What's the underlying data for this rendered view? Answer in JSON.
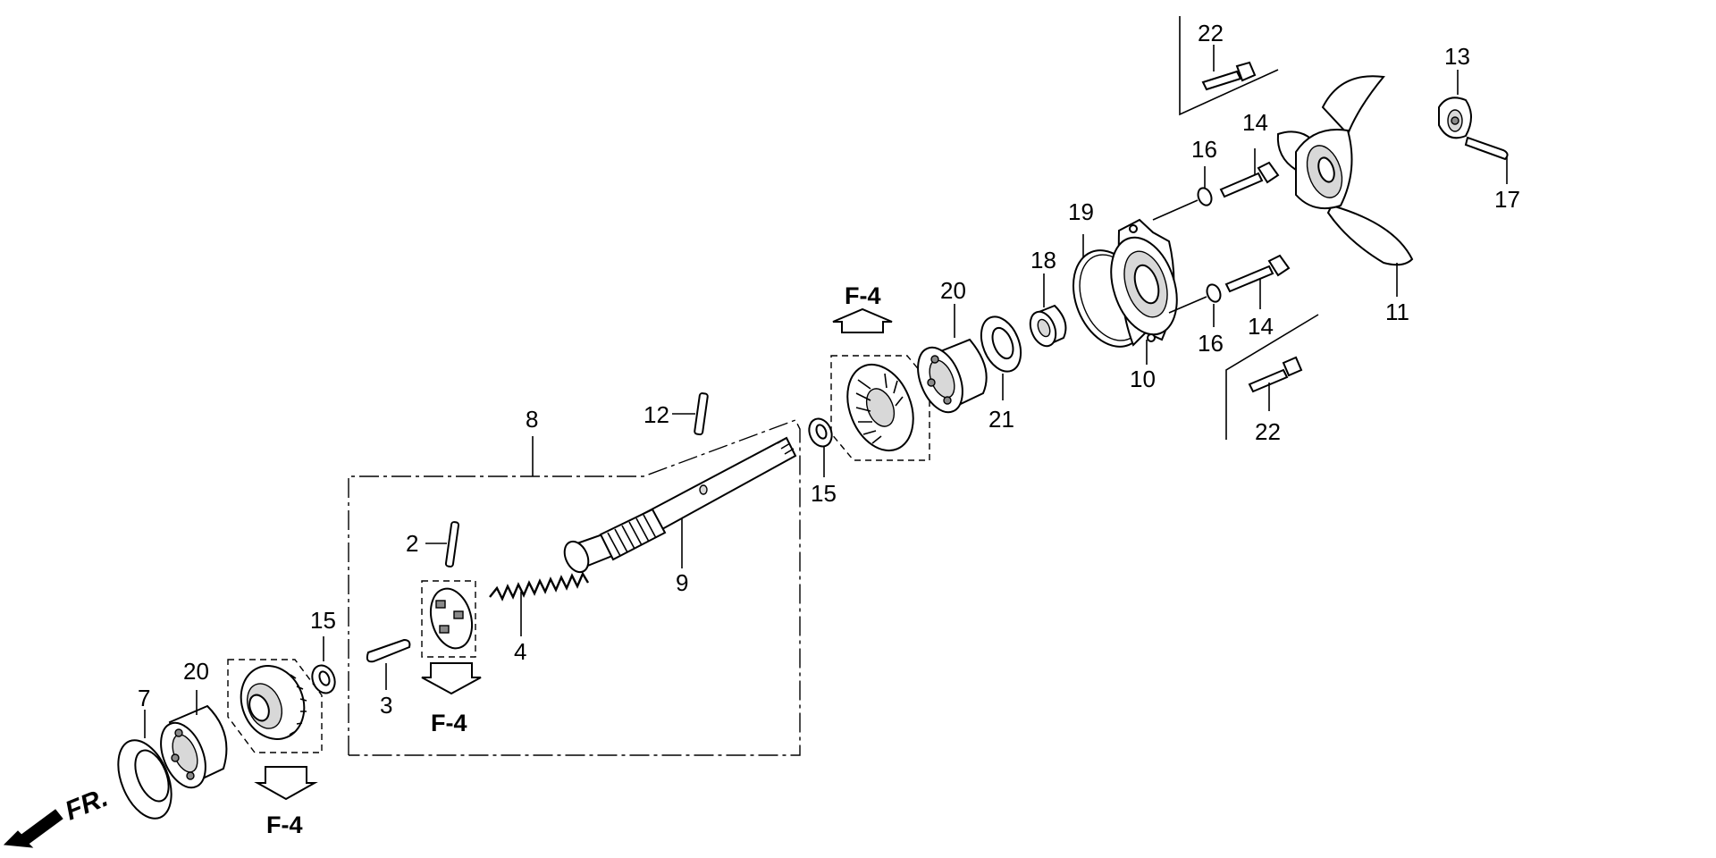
{
  "diagram": {
    "callouts": {
      "p2": "2",
      "p3": "3",
      "p4": "4",
      "p7": "7",
      "p8": "8",
      "p9": "9",
      "p10": "10",
      "p11": "11",
      "p12": "12",
      "p13": "13",
      "p14a": "14",
      "p14b": "14",
      "p15a": "15",
      "p15b": "15",
      "p16a": "16",
      "p16b": "16",
      "p17": "17",
      "p18": "18",
      "p19": "19",
      "p20a": "20",
      "p20b": "20",
      "p21": "21",
      "p22a": "22",
      "p22b": "22"
    },
    "references": {
      "top": "F-4",
      "middle": "F-4",
      "bottom": "F-4"
    },
    "direction_label": "FR."
  }
}
